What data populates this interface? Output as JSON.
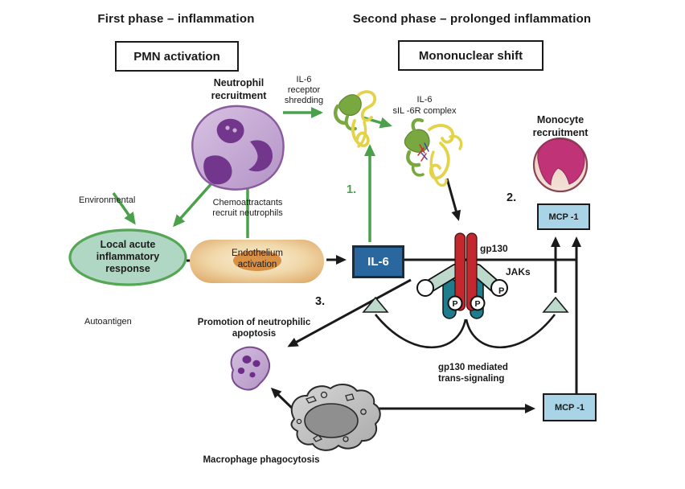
{
  "phases": {
    "first": {
      "title": "First phase – inflammation",
      "box": "PMN activation"
    },
    "second": {
      "title": "Second phase  – prolonged inflammation",
      "box": "Mononuclear shift"
    }
  },
  "cells": {
    "neutrophil": "Neutrophil\nrecruitment",
    "monocyte": "Monocyte\nrecruitment"
  },
  "labels": {
    "il6_receptor_shredding": "IL-6\nreceptor\nshredding",
    "il6_sil6r_complex": "IL-6\nsIL -6R complex",
    "environmental": "Environmental",
    "chemoattractants": "Chemoattractants\nrecruit neutrophils",
    "local_acute": "Local acute\ninflammatory\nresponse",
    "endothelium": "Endothelium\nactivation",
    "autoantigen": "Autoantigen",
    "gp130": "gp130",
    "jaks": "JAKs",
    "p": "P",
    "gp130_mediated": "gp130 mediated\ntrans-signaling",
    "promotion_apoptosis": "Promotion of neutrophilic\napoptosis",
    "macrophage_phagocytosis": "Macrophage phagocytosis"
  },
  "boxes": {
    "il6": "IL-6",
    "mcp1_top": "MCP -1",
    "mcp1_bottom": "MCP -1"
  },
  "steps": {
    "one": "1.",
    "two": "2.",
    "three": "3."
  },
  "colors": {
    "green_arrow": "#4ba04b",
    "black_arrow": "#1a1a1a",
    "il6_box_fill": "#2b679f",
    "mcp_box_fill": "#a9d3e6",
    "ellipse_fill": "#b0d7c4",
    "ellipse_stroke": "#55a655",
    "endothelium_fill": "#e8c08a",
    "receptor_red": "#c4272e",
    "jak_light_teal": "#bcd9cc",
    "stat_dark_teal": "#1e7c8c",
    "neutrophil_fill": "#c9aed6",
    "neutrophil_nucleus": "#73368d",
    "monocyte_nucleus": "#c03377",
    "macrophage_fill": "#c6c6c6",
    "protein_green": "#79a841",
    "protein_yellow": "#e4d348"
  }
}
